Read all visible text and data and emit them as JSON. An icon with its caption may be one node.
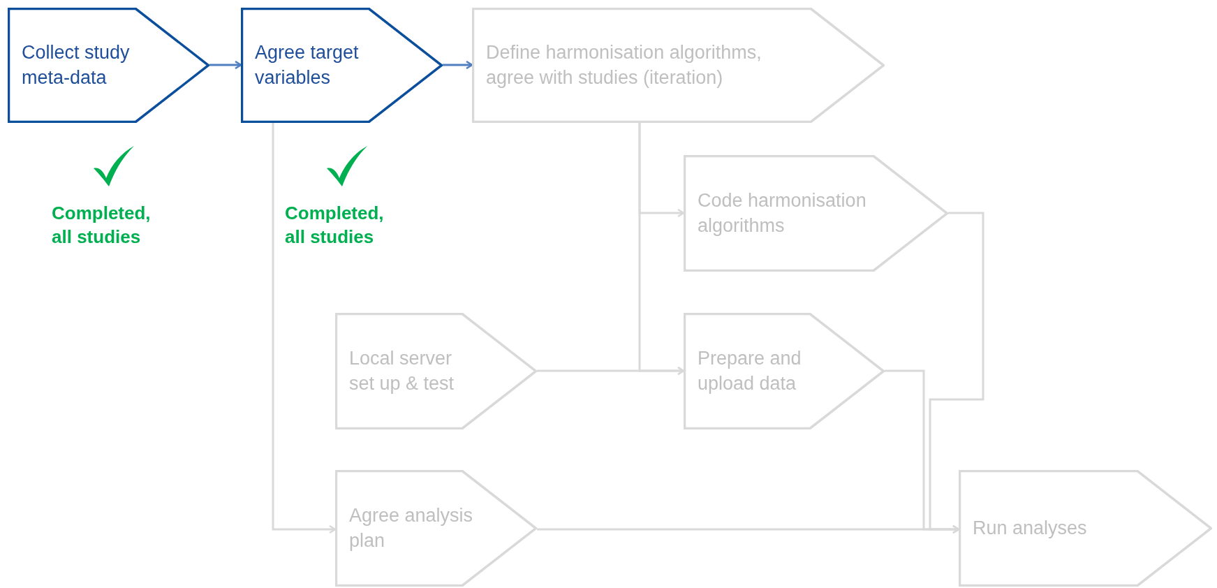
{
  "diagram": {
    "nodes": [
      {
        "text": [
          "Collect study meta-data"
        ]
      },
      {
        "text": [
          "Agree target variables"
        ]
      },
      {
        "text": [
          "Define harmonisation algorithms, agree with studies (iteration)"
        ]
      },
      {
        "text": [
          "Code harmonisation algorithms"
        ]
      },
      {
        "text": [
          "Local server set up & test"
        ]
      },
      {
        "text": [
          "Prepare and upload data"
        ]
      },
      {
        "text": [
          "Agree analysis plan"
        ]
      },
      {
        "text": [
          "Run analyses"
        ]
      }
    ],
    "edges": [
      {
        "from": 0,
        "to": 1,
        "arrow": "to",
        "color": "#4f7fc0"
      },
      {
        "from": 1,
        "to": 2,
        "arrow": "to",
        "color": "#4f7fc0"
      },
      {
        "from": 2,
        "to": 3,
        "arrow": "to"
      },
      {
        "from": 2,
        "to": 5,
        "arrow": "to"
      },
      {
        "from": 4,
        "to": 5,
        "arrow": "to"
      },
      {
        "from": 1,
        "to": 6,
        "arrow": "to"
      },
      {
        "from": 3,
        "to": 7,
        "arrow": "to"
      },
      {
        "from": 5,
        "to": 7,
        "arrow": "to"
      },
      {
        "from": 6,
        "to": 7,
        "arrow": "to"
      }
    ],
    "labels": [
      "Completed, all studies",
      "Completed, all studies"
    ]
  }
}
